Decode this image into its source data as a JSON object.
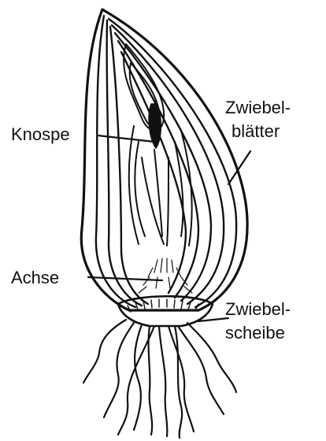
{
  "labels": {
    "knospe": "Knospe",
    "achse": "Achse",
    "zwiebelblaetter_line1": "Zwiebel-",
    "zwiebelblaetter_line2": "blätter",
    "zwiebelscheibe_line1": "Zwiebel-",
    "zwiebelscheibe_line2": "scheibe"
  },
  "colors": {
    "ink": "#111111",
    "background": "#ffffff"
  }
}
